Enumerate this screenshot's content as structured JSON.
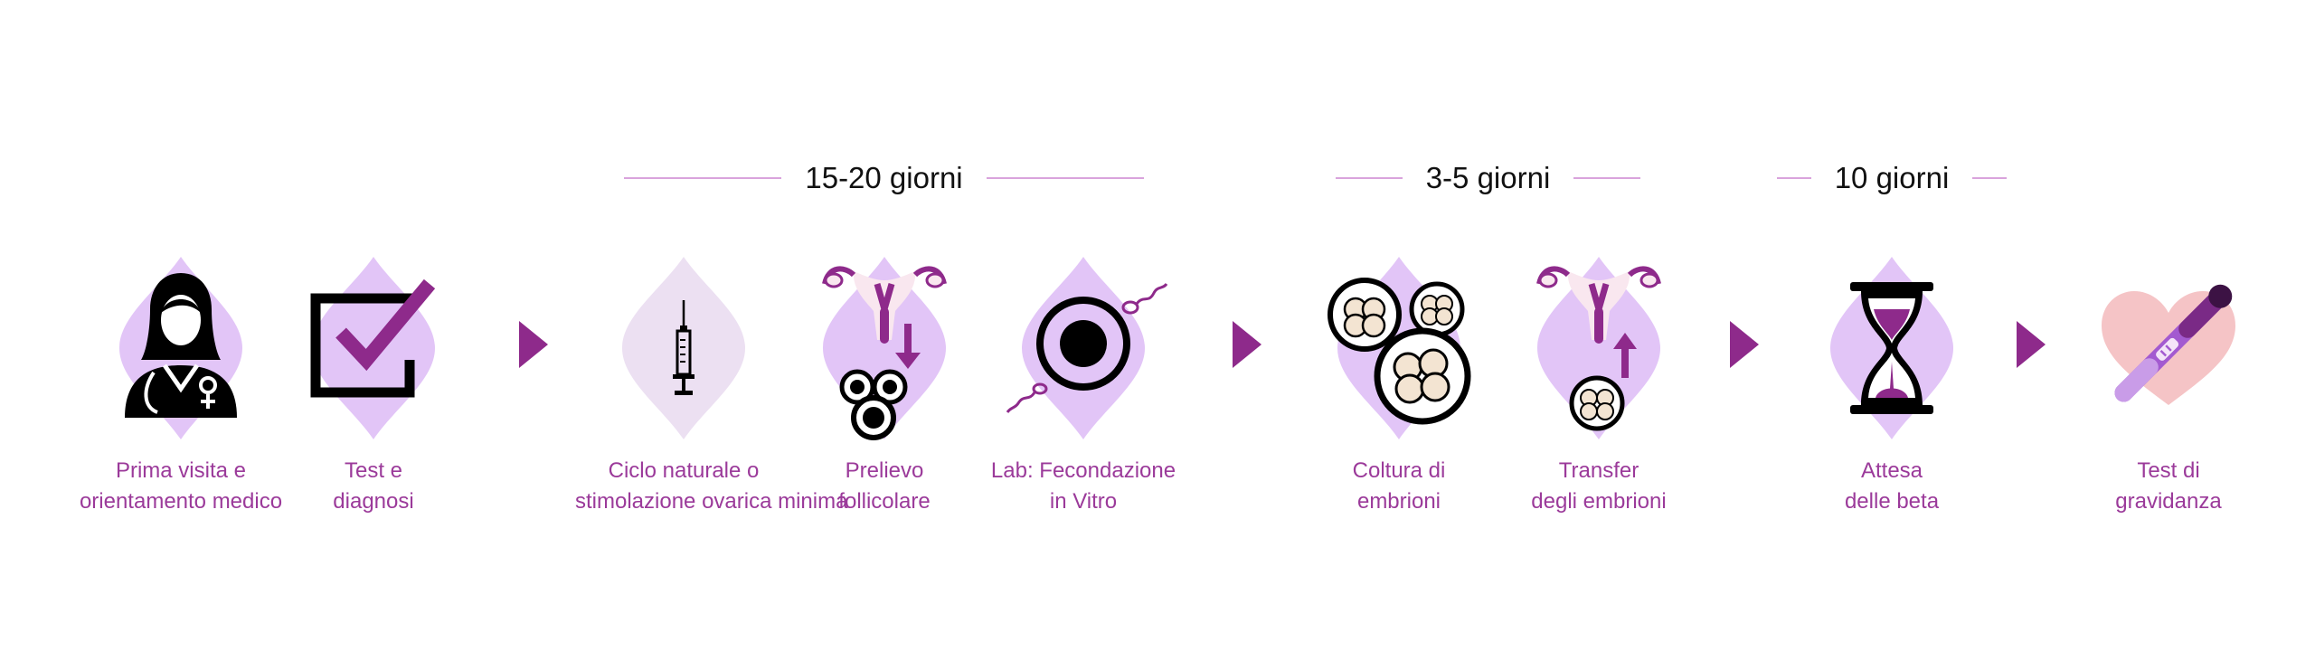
{
  "phases": [
    {
      "label": "15-20 giorni"
    },
    {
      "label": "3-5 giorni"
    },
    {
      "label": "10 giorni"
    }
  ],
  "steps": [
    {
      "line1": "Prima visita e",
      "line2": "orientamento medico",
      "icon": "doctor-icon"
    },
    {
      "line1": "Test e",
      "line2": "diagnosi",
      "icon": "checkbox-icon"
    },
    {
      "line1": "Ciclo naturale o",
      "line2": "stimolazione ovarica minima",
      "icon": "syringe-icon"
    },
    {
      "line1": "Prelievo",
      "line2": "follicolare",
      "icon": "uterus-down-icon"
    },
    {
      "line1": "Lab: Fecondazione",
      "line2": "in Vitro",
      "icon": "egg-sperm-icon"
    },
    {
      "line1": "Coltura di",
      "line2": "embrioni",
      "icon": "embryo-culture-icon"
    },
    {
      "line1": "Transfer",
      "line2": "degli embrioni",
      "icon": "uterus-up-icon"
    },
    {
      "line1": "Attesa",
      "line2": "delle beta",
      "icon": "hourglass-icon"
    },
    {
      "line1": "Test di",
      "line2": "gravidanza",
      "icon": "pregnancy-test-icon"
    }
  ],
  "colors": {
    "accent": "#8e2a8b",
    "caption": "#9b3a9a",
    "diamond": "#e2c5f7",
    "diamond_light": "#ece0f2",
    "phase_line": "#d9a3dc",
    "heart": "#f5c4c6"
  }
}
